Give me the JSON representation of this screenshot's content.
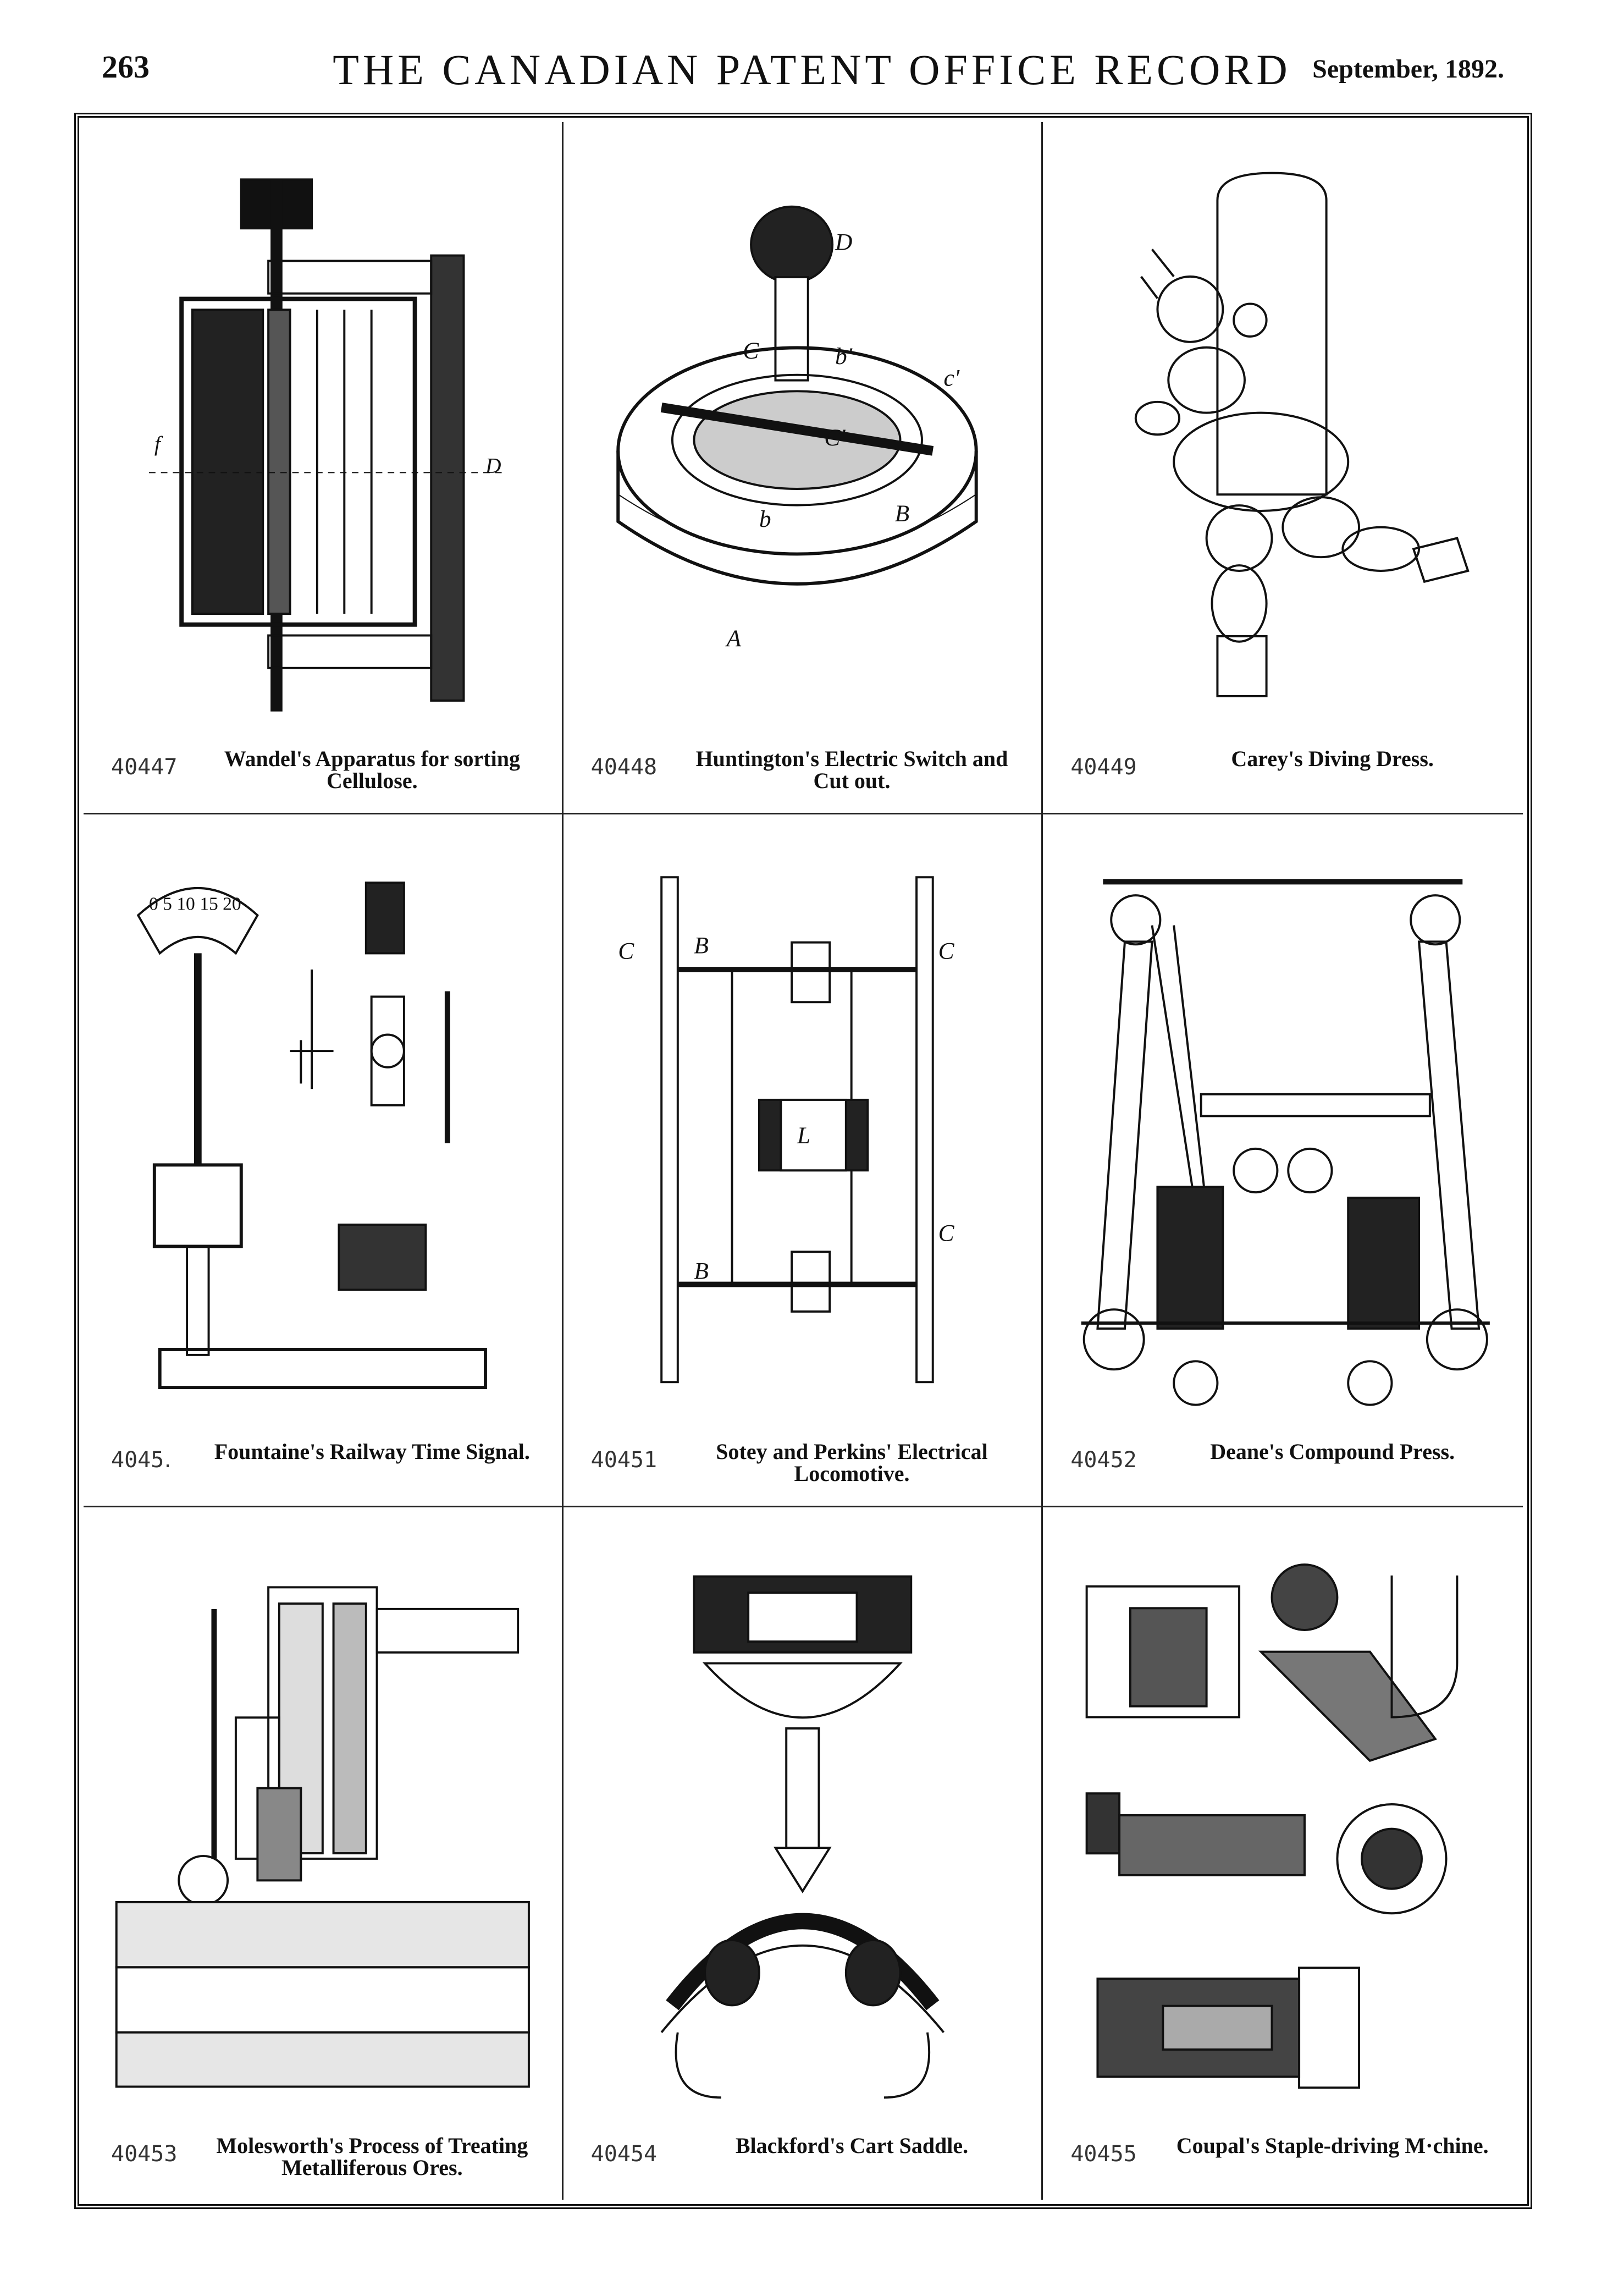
{
  "header": {
    "page_number": "263",
    "journal_title": "THE CANADIAN PATENT OFFICE RECORD",
    "date": "September, 1892."
  },
  "patents": [
    {
      "number": "40447",
      "title": "Wandel's Apparatus for sorting Cellulose."
    },
    {
      "number": "40448",
      "title": "Huntington's Electric Switch and Cut out."
    },
    {
      "number": "40449",
      "title": "Carey's Diving Dress."
    },
    {
      "number": "4045․",
      "title": "Fountaine's Railway Time Signal."
    },
    {
      "number": "40451",
      "title": "Sotey and Perkins' Electrical Locomotive."
    },
    {
      "number": "40452",
      "title": "Deane's Compound Press."
    },
    {
      "number": "40453",
      "title": "Molesworth's Process of Treating Metalliferous Ores."
    },
    {
      "number": "40454",
      "title": "Blackford's Cart Saddle."
    },
    {
      "number": "40455",
      "title": "Coupal's Staple-driving M·chine."
    }
  ],
  "figure_labels": {
    "switch": [
      "D",
      "C",
      "b'",
      "c'",
      "C'",
      "B",
      "b",
      "A"
    ],
    "signal_dial": "0 5 10 15 20",
    "locomotive": [
      "C",
      "B",
      "L",
      "C",
      "B",
      "C"
    ]
  },
  "colors": {
    "ink": "#111111",
    "paper": "#ffffff"
  }
}
